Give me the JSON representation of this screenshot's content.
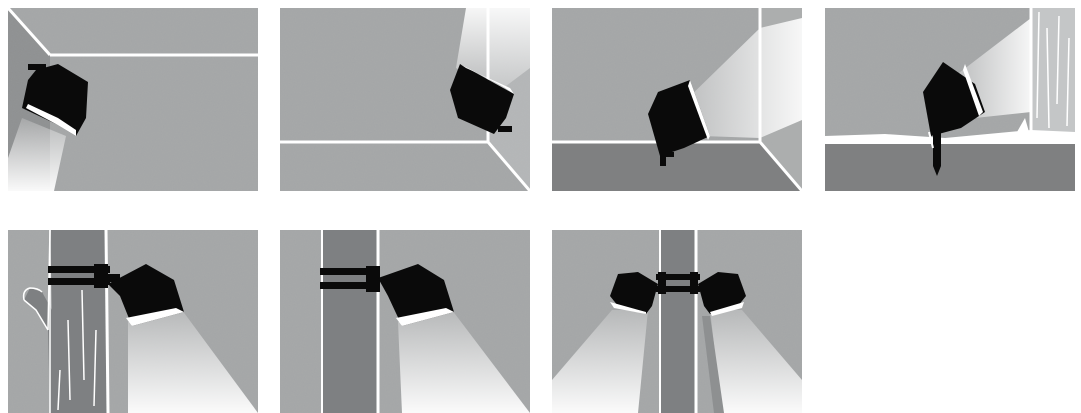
{
  "colors": {
    "background": "#ffffff",
    "concrete": "#a4a6a7",
    "concrete_dark": "#7d7f80",
    "wall_shadow": "#8e9091",
    "ground": "#7f8081",
    "tree_trunk": "#7e8082",
    "fixture": "#0a0a0a",
    "edge_line": "#ffffff",
    "beam_light": "#f2f2f2"
  },
  "panels": [
    {
      "id": "ceiling-corner-mount",
      "icon": "spotlight-ceiling-corner-icon"
    },
    {
      "id": "floor-corner-uplight",
      "icon": "spotlight-floor-corner-icon"
    },
    {
      "id": "floor-mount-wall-wash",
      "icon": "spotlight-floor-wallwash-icon"
    },
    {
      "id": "ground-spike-uplight",
      "icon": "spotlight-ground-spike-icon"
    },
    {
      "id": "tree-strap-mount",
      "icon": "spotlight-tree-strap-icon"
    },
    {
      "id": "pole-strap-mount",
      "icon": "spotlight-pole-strap-icon"
    },
    {
      "id": "pole-double-strap-mount",
      "icon": "spotlight-pole-double-icon"
    }
  ]
}
